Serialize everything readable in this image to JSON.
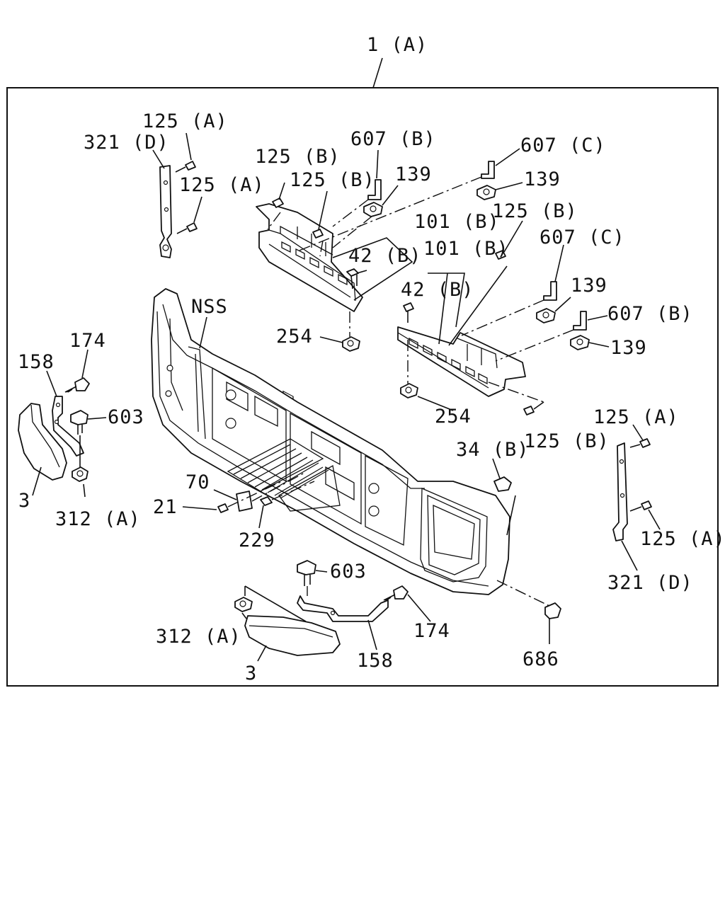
{
  "callouts": {
    "assembly": "1 (A)",
    "c125a_1": "125 (A)",
    "c321d_1": "321 (D)",
    "c125a_2": "125 (A)",
    "c125b_1": "125 (B)",
    "c125b_2": "125 (B)",
    "c607b_1": "607 (B)",
    "c139_1": "139",
    "c607c_1": "607 (C)",
    "c139_2": "139",
    "c101b_1": "101 (B)",
    "c125b_3": "125 (B)",
    "c42b_1": "42 (B)",
    "c101b_2": "101 (B)",
    "c607c_2": "607 (C)",
    "c42b_2": "42 (B)",
    "c139_3": "139",
    "c607b_2": "607 (B)",
    "c139_4": "139",
    "nss": "NSS",
    "c254_1": "254",
    "c174_1": "174",
    "c158_1": "158",
    "c603_1": "603",
    "c254_2": "254",
    "c125b_4": "125 (B)",
    "c125a_3": "125 (A)",
    "c3_1": "3",
    "c312a_1": "312 (A)",
    "c70": "70",
    "c21": "21",
    "c229": "229",
    "c34b": "34 (B)",
    "c125a_4": "125 (A)",
    "c321d_2": "321 (D)",
    "c603_2": "603",
    "c174_2": "174",
    "c312a_2": "312 (A)",
    "c158_2": "158",
    "c686": "686",
    "c3_2": "3"
  }
}
